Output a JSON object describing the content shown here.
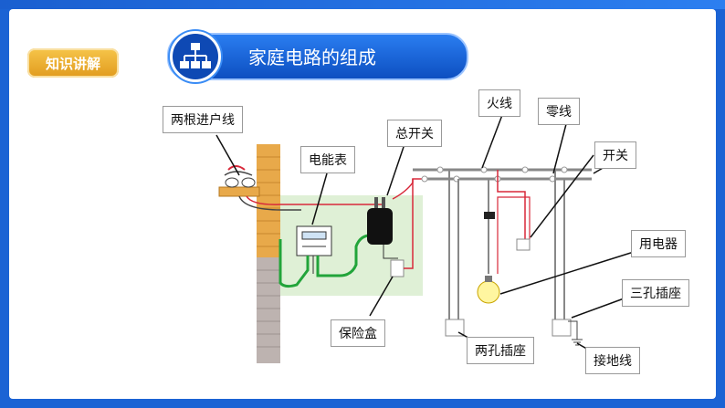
{
  "header": {
    "badge": "知识讲解",
    "title": "家庭电路的组成"
  },
  "labels": {
    "incoming_lines": "两根进户线",
    "meter": "电能表",
    "main_switch": "总开关",
    "live": "火线",
    "neutral": "零线",
    "switch": "开关",
    "appliance": "用电器",
    "three_hole": "三孔插座",
    "fuse": "保险盒",
    "two_hole": "两孔插座",
    "ground": "接地线"
  },
  "colors": {
    "background": "#1b63d4",
    "badge": "#f0b53a",
    "title_bar": "#1a66dd",
    "wire_green": "#22a43a",
    "wire_red": "#d8283a",
    "wall": "#e8a94a"
  }
}
